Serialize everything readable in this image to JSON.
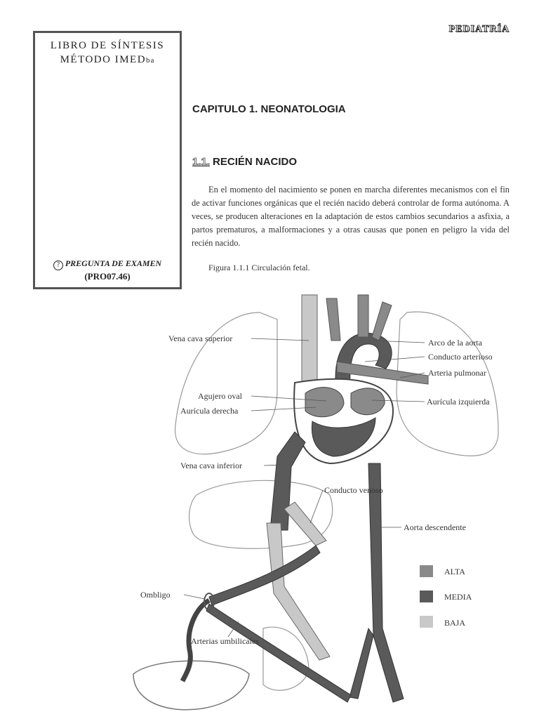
{
  "header": {
    "section_title": "PEDIATRÍA"
  },
  "sidebox": {
    "title_line1": "LIBRO DE SÍNTESIS",
    "title_line2": "MÉTODO IMED",
    "title_suffix": "ba",
    "exam_icon": "question-circle-icon",
    "exam_label": "PREGUNTA DE EXAMEN",
    "exam_code": "(PRO07.46)"
  },
  "chapter": {
    "title": "CAPITULO 1. NEONATOLOGIA"
  },
  "section": {
    "number": "1.1.",
    "title": "RECIÉN NACIDO"
  },
  "body": {
    "paragraph": "En el momento del nacimiento se ponen en marcha diferentes mecanismos con el fin de activar funciones orgánicas que el recién nacido deberá controlar de forma autónoma. A veces, se producen alteraciones en la adaptación de estos cambios secundarios a asfixia, a partos prematuros, a malformaciones y a otras causas que ponen en peligro la vida del recién nacido."
  },
  "figure": {
    "caption": "Figura 1.1.1  Circulación fetal.",
    "labels_left": [
      "Vena cava superior",
      "Agujero oval",
      "Aurícula derecha",
      "Vena cava inferior",
      "Ombligo",
      "Arterias umbilicales"
    ],
    "labels_right": [
      "Arco de la aorta",
      "Conducto arterioso",
      "Arteria pulmonar",
      "Aurícula izquierda",
      "Conducto venoso",
      "Aorta descendente"
    ],
    "legend": [
      {
        "label": "ALTA",
        "color": "#8a8a8a"
      },
      {
        "label": "MEDIA",
        "color": "#5a5a5a"
      },
      {
        "label": "BAJA",
        "color": "#c8c8c8"
      }
    ]
  }
}
